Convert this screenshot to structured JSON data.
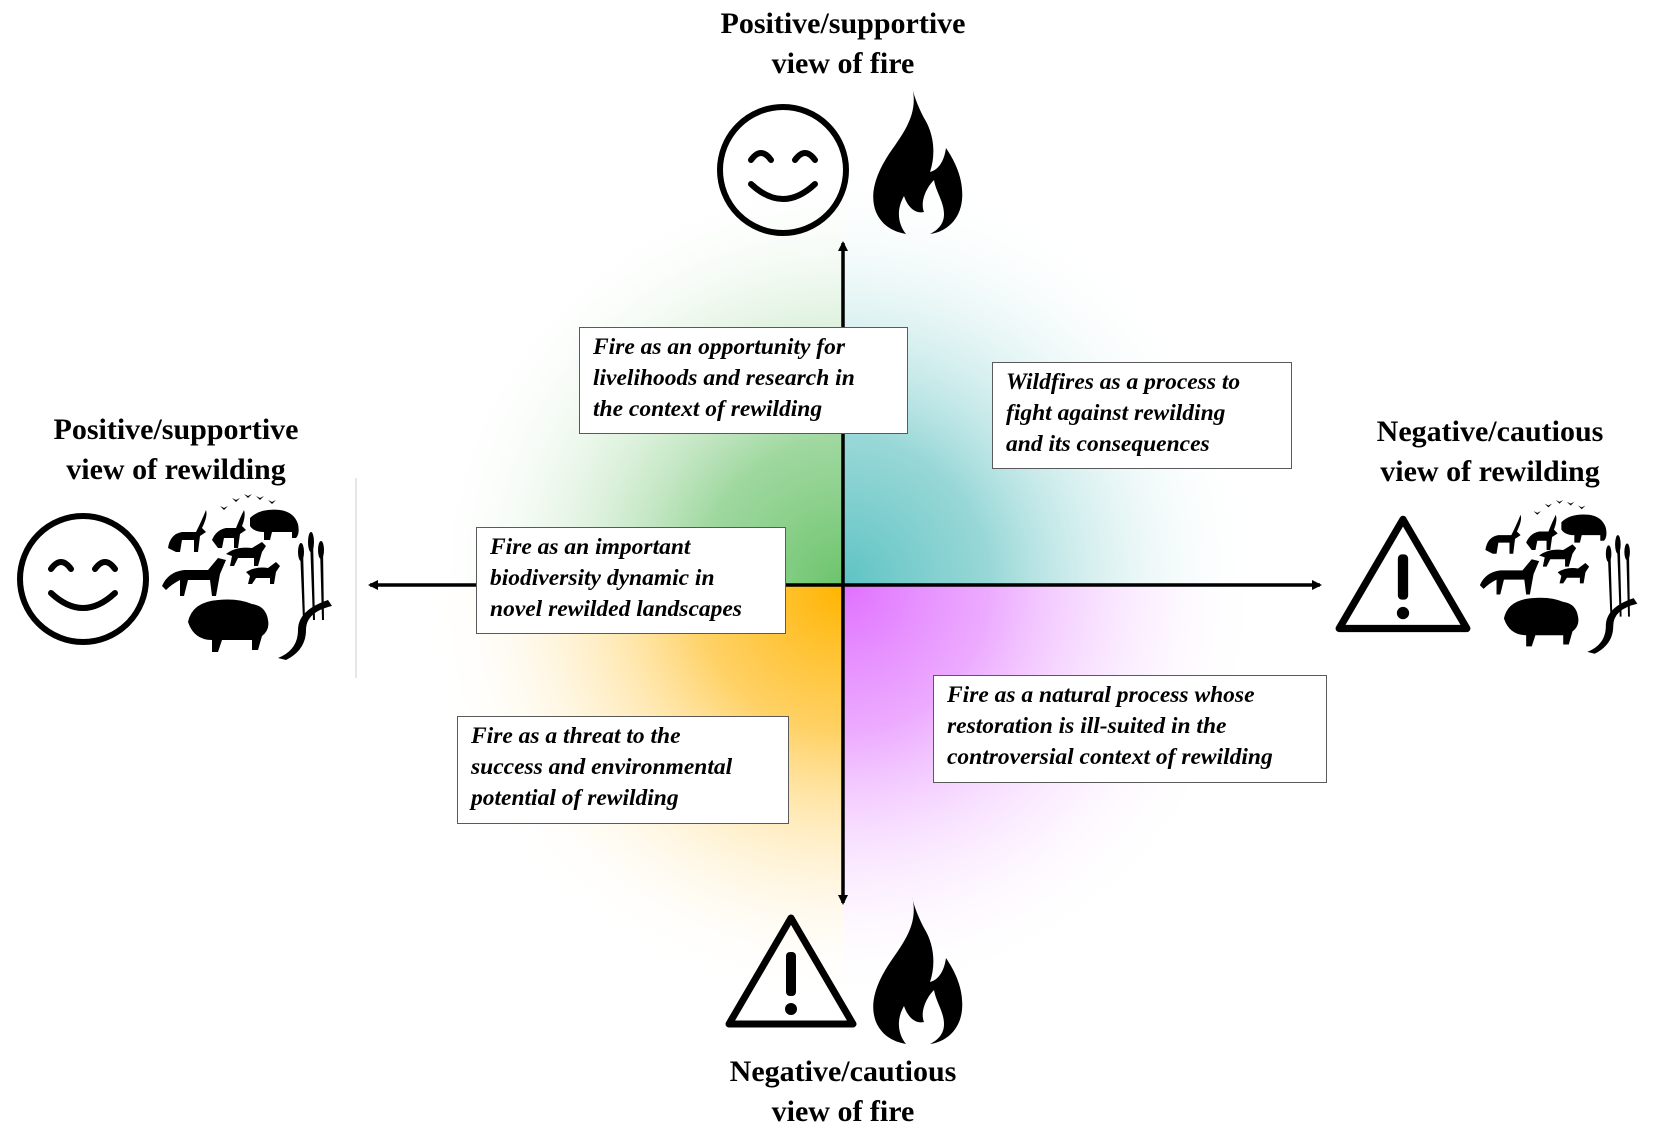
{
  "axes": {
    "top": {
      "line1": "Positive/supportive",
      "line2": "view of fire"
    },
    "bottom": {
      "line1": "Negative/cautious",
      "line2": "view of fire"
    },
    "left": {
      "line1": "Positive/supportive",
      "line2": "view of rewilding"
    },
    "right": {
      "line1": "Negative/cautious",
      "line2": "view of rewilding"
    }
  },
  "quadrants": {
    "top_left": {
      "lines": [
        "Fire as an opportunity for",
        "livelihoods and research in",
        "the context of rewilding"
      ],
      "color": "#6cc46c"
    },
    "top_right": {
      "lines": [
        "Wildfires as a process to",
        "fight against rewilding",
        "and its consequences"
      ],
      "color": "#5ec3c3"
    },
    "center_left": {
      "lines": [
        "Fire as an important",
        "biodiversity dynamic in",
        "novel rewilded landscapes"
      ]
    },
    "bottom_left": {
      "lines": [
        "Fire as a threat to the",
        "success and environmental",
        "potential of rewilding"
      ],
      "color": "#ffb400"
    },
    "bottom_right": {
      "lines": [
        "Fire as a natural process whose",
        "restoration is ill-suited in the",
        "controversial context of rewilding"
      ],
      "color": "#e070ff"
    }
  },
  "icons": {
    "top": [
      "smiley-icon",
      "fire-icon"
    ],
    "bottom": [
      "warning-icon",
      "fire-icon"
    ],
    "left": [
      "smiley-icon",
      "wildlife-icon"
    ],
    "right": [
      "warning-icon",
      "wildlife-icon"
    ]
  }
}
